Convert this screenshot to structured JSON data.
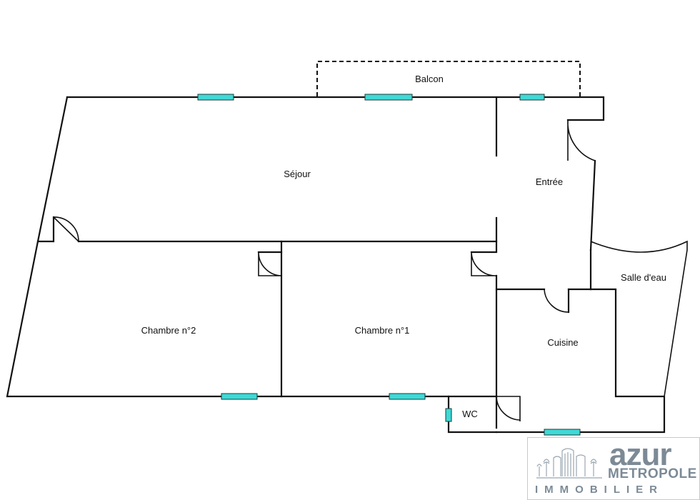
{
  "rooms": {
    "balcon": "Balcon",
    "sejour": "Séjour",
    "entree": "Entrée",
    "salle_deau": "Salle d'eau",
    "chambre2": "Chambre n°2",
    "chambre1": "Chambre n°1",
    "cuisine": "Cuisine",
    "wc": "WC"
  },
  "colors": {
    "wall": "#111111",
    "window": "#3fd9d6",
    "logo": "#7c8a96"
  },
  "logo": {
    "line1": "azur",
    "line2": "METROPOLE",
    "line3": "IMMOBILIER"
  }
}
